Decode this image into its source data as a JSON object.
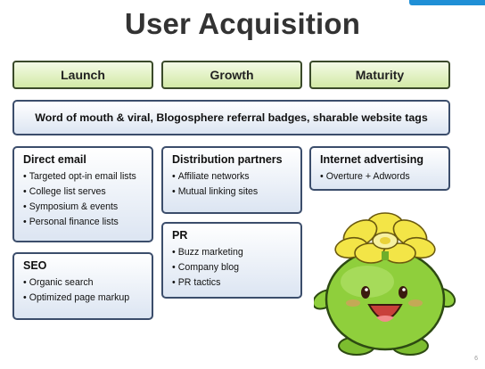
{
  "title": "User Acquisition",
  "phases": [
    "Launch",
    "Growth",
    "Maturity"
  ],
  "banner": "Word of mouth & viral, Blogosphere referral badges, sharable website tags",
  "cards": {
    "direct_email": {
      "title": "Direct email",
      "items": [
        "Targeted opt-in email lists",
        "College list serves",
        "Symposium & events",
        "Personal finance lists"
      ]
    },
    "seo": {
      "title": "SEO",
      "items": [
        "Organic search",
        "Optimized page markup"
      ]
    },
    "distribution": {
      "title": "Distribution partners",
      "items": [
        "Affiliate networks",
        "Mutual linking sites"
      ]
    },
    "pr": {
      "title": "PR",
      "items": [
        "Buzz marketing",
        "Company blog",
        "PR tactics"
      ]
    },
    "internet_ads": {
      "title": "Internet advertising",
      "items": [
        "Overture + Adwords"
      ]
    }
  },
  "page_number": "6",
  "colors": {
    "phase_fill": "#d2e9a6",
    "box_border": "#3b4d6b",
    "accent_tab": "#1f8fd6",
    "mascot_body": "#8fcf3c",
    "mascot_flower": "#f3e547"
  },
  "mascot_icon": "green-flower-creature"
}
